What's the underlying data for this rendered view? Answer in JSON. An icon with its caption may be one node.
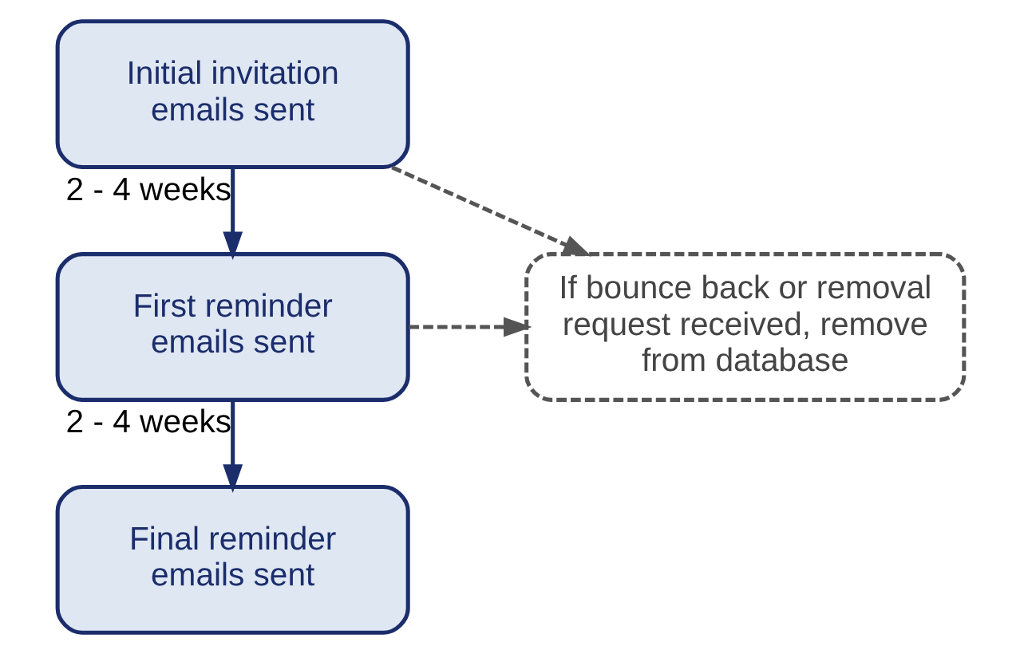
{
  "diagram": {
    "nodes": [
      {
        "text": [
          "Initial invitation emails sent"
        ]
      },
      {
        "text": [
          "First reminder emails sent"
        ]
      },
      {
        "text": [
          "Final reminder emails sent"
        ]
      },
      {
        "text": [
          "If bounce back or removal request received, remove from database"
        ]
      }
    ],
    "edges": [
      {
        "from": 0,
        "to": 1,
        "arrow": "to",
        "label": "2 - 4 weeks"
      },
      {
        "from": 1,
        "to": 2,
        "arrow": "to",
        "label": "2 - 4 weeks"
      },
      {
        "from": 0,
        "to": 3,
        "arrow": "to",
        "style": "dashed",
        "color": "#555555"
      },
      {
        "from": 1,
        "to": 3,
        "arrow": "to",
        "style": "dashed",
        "color": "#555555"
      }
    ]
  }
}
